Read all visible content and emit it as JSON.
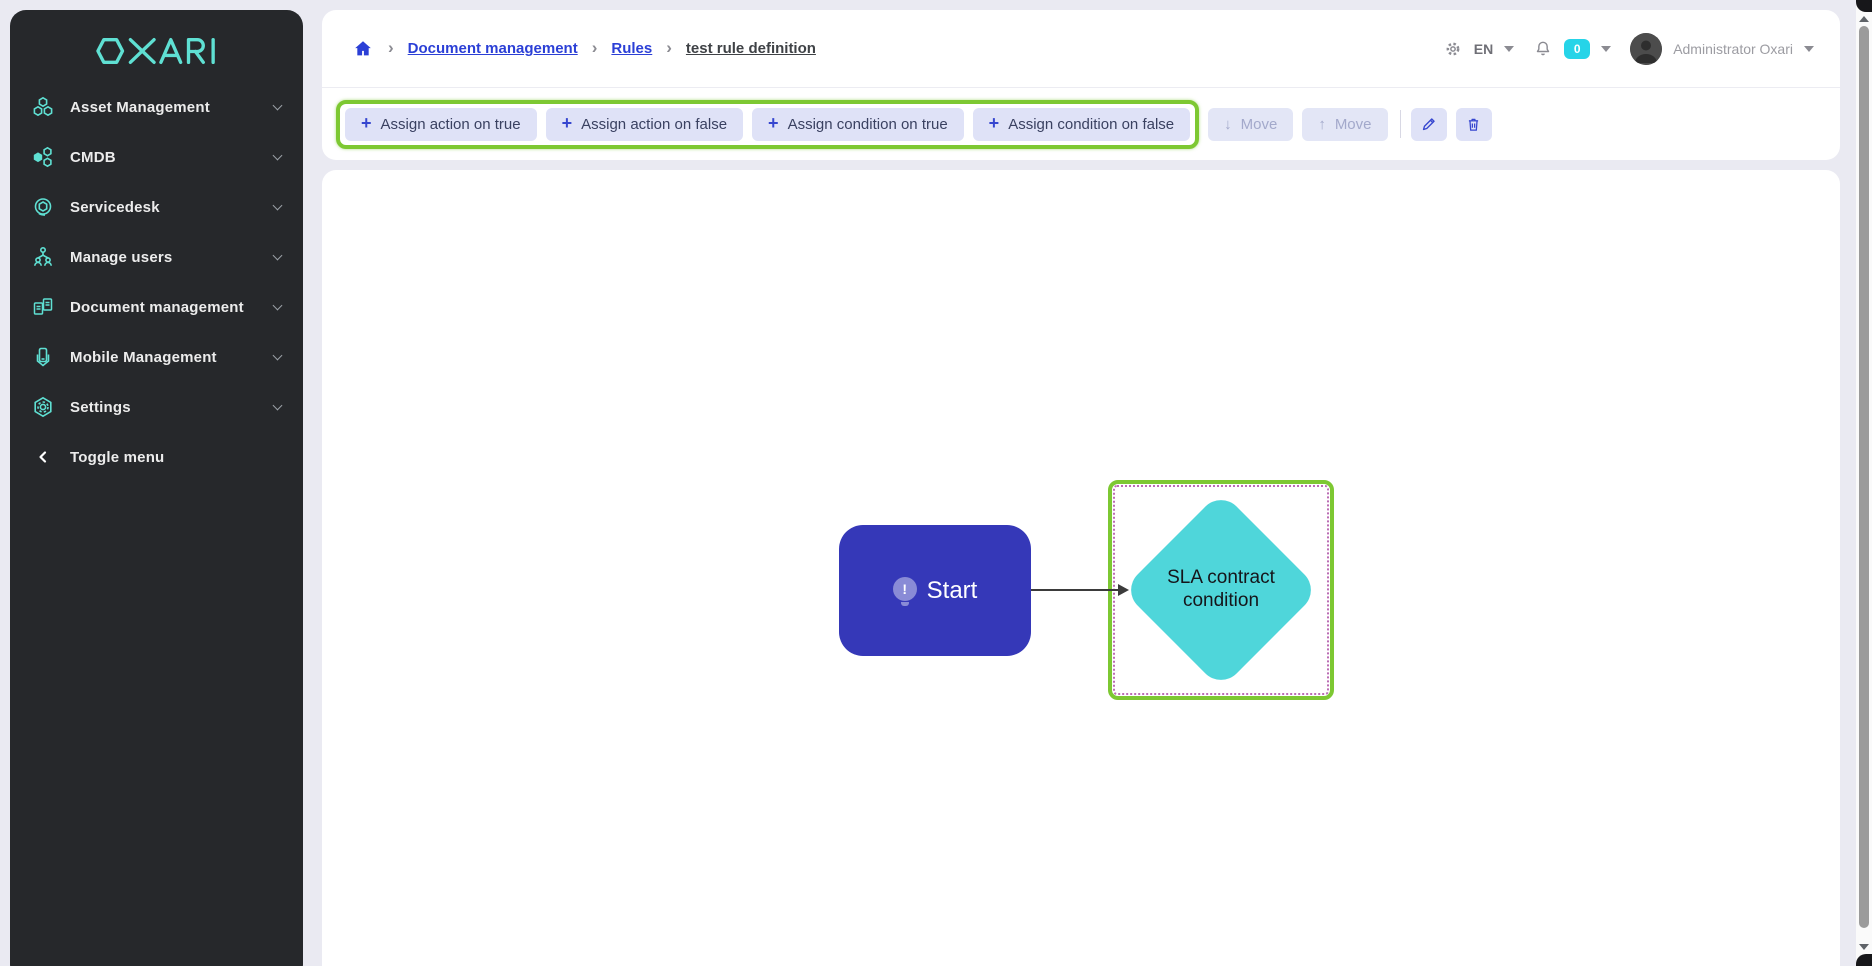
{
  "brand": {
    "logo": "OXARI"
  },
  "sidebar": {
    "items": [
      {
        "label": "Asset Management",
        "icon": "hexagons-cluster-icon"
      },
      {
        "label": "CMDB",
        "icon": "nodes-icon"
      },
      {
        "label": "Servicedesk",
        "icon": "headset-icon"
      },
      {
        "label": "Manage users",
        "icon": "org-chart-icon"
      },
      {
        "label": "Document management",
        "icon": "documents-icon"
      },
      {
        "label": "Mobile Management",
        "icon": "phone-icon"
      },
      {
        "label": "Settings",
        "icon": "gear-hexagon-icon"
      }
    ],
    "toggle_label": "Toggle menu"
  },
  "breadcrumb": {
    "links": [
      {
        "label": "Document management"
      },
      {
        "label": "Rules"
      }
    ],
    "current": "test rule definition"
  },
  "header": {
    "language": "EN",
    "notification_count": "0",
    "user_name": "Administrator Oxari"
  },
  "toolbar": {
    "assign_buttons": [
      {
        "label": "Assign action on true"
      },
      {
        "label": "Assign action on false"
      },
      {
        "label": "Assign condition on true"
      },
      {
        "label": "Assign condition on false"
      }
    ],
    "move_down_label": "Move",
    "move_up_label": "Move"
  },
  "canvas": {
    "start_node_label": "Start",
    "condition_node_label": "SLA contract condition"
  },
  "glyphs": {
    "plus": "+",
    "arrow_down": "↓",
    "arrow_up": "↑",
    "breadcrumb_separator": "›",
    "start_icon_mark": "!"
  },
  "colors": {
    "accent_teal": "#5fe0d3",
    "selection_green": "#7dc832",
    "start_node_blue": "#3538b8",
    "condition_node_cyan": "#4fd6da",
    "link_blue": "#2b3fd6",
    "badge_cyan": "#26d4e8",
    "sidebar_bg": "#26282b"
  }
}
